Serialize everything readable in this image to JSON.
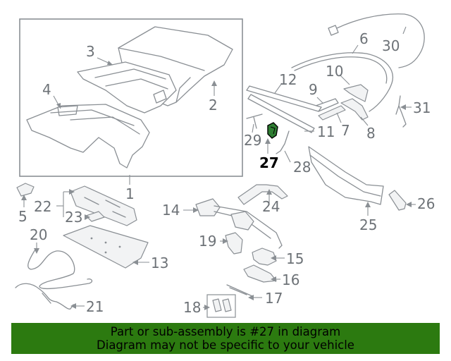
{
  "diagram": {
    "highlight_color": "#2e7d32",
    "part_numbers": [
      "1",
      "2",
      "3",
      "4",
      "5",
      "6",
      "7",
      "8",
      "9",
      "10",
      "11",
      "12",
      "13",
      "14",
      "15",
      "16",
      "17",
      "18",
      "19",
      "20",
      "21",
      "22",
      "23",
      "24",
      "25",
      "26",
      "27",
      "28",
      "29",
      "30",
      "31"
    ],
    "highlighted_part": "27"
  },
  "banner": {
    "line1": "Part or sub-assembly is #27 in diagram",
    "line2": "Diagram may not be specific to your vehicle",
    "background": "#2c7a10"
  }
}
